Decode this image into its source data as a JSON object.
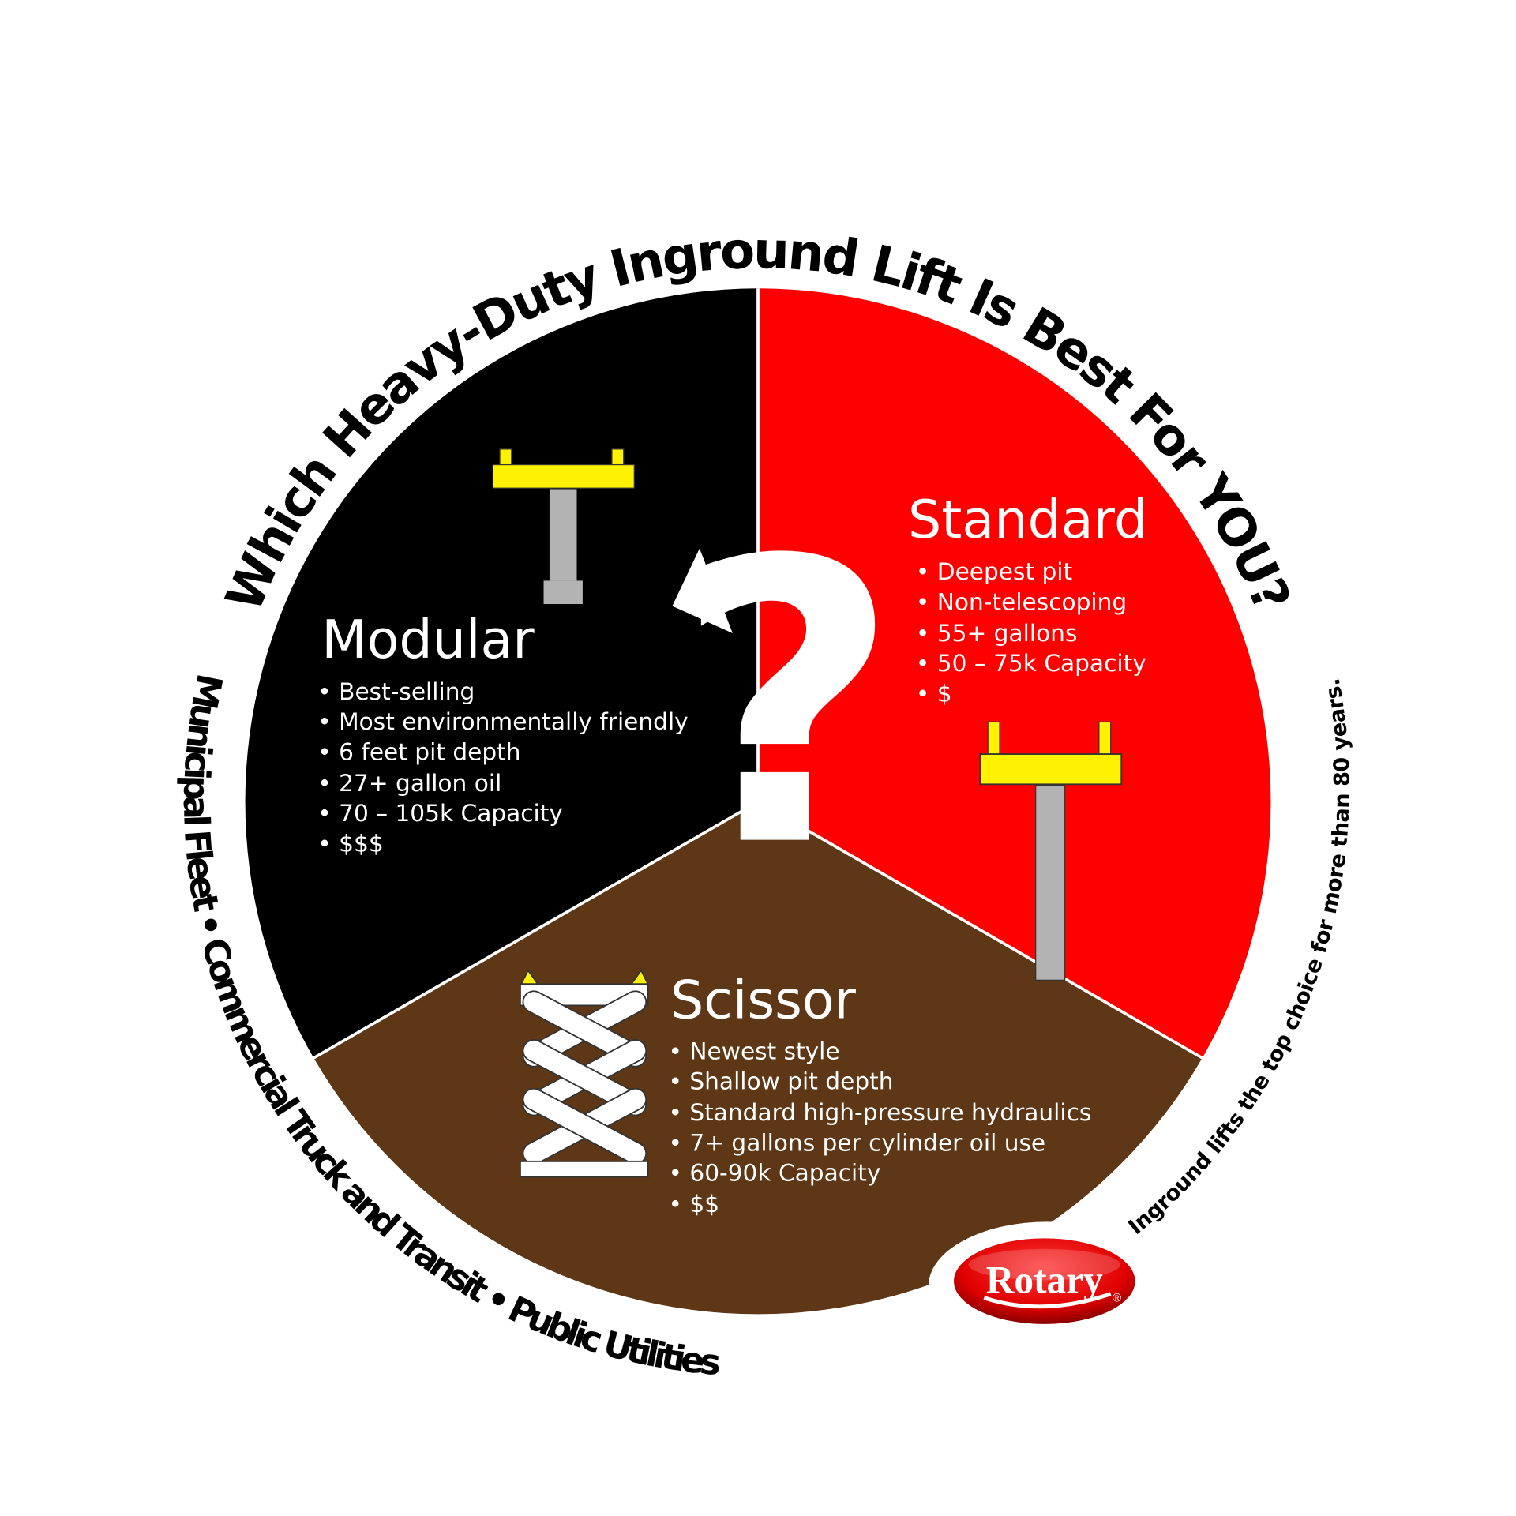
{
  "title": "Which Heavy-Duty Inground Lift Is Best For YOU?",
  "industries": "Municipal Fleet • Commercial Truck and Transit • Public Utilities",
  "tagline": "Inground lifts the top choice for more than 80 years.",
  "colors": {
    "modular": "#000000",
    "standard": "#ff0000",
    "scissor": "#5e3816",
    "lift_yellow": "#fff200",
    "piston_gray": "#b3b3b3"
  },
  "sections": {
    "modular": {
      "name": "Modular",
      "bullets": [
        "Best-selling",
        "Most environmentally friendly",
        "6 feet pit depth",
        "27+ gallon oil",
        "70 – 105k Capacity",
        "$$$"
      ]
    },
    "standard": {
      "name": "Standard",
      "bullets": [
        "Deepest pit",
        "Non-telescoping",
        "55+ gallons",
        "50 – 75k Capacity",
        "$"
      ]
    },
    "scissor": {
      "name": "Scissor",
      "bullets": [
        "Newest style",
        "Shallow pit depth",
        "Standard high-pressure  hydraulics",
        "7+ gallons per cylinder oil use",
        "60-90k Capacity",
        "$$"
      ]
    }
  },
  "center_symbol": "?",
  "logo": {
    "text": "Rotary",
    "mark": "®"
  }
}
